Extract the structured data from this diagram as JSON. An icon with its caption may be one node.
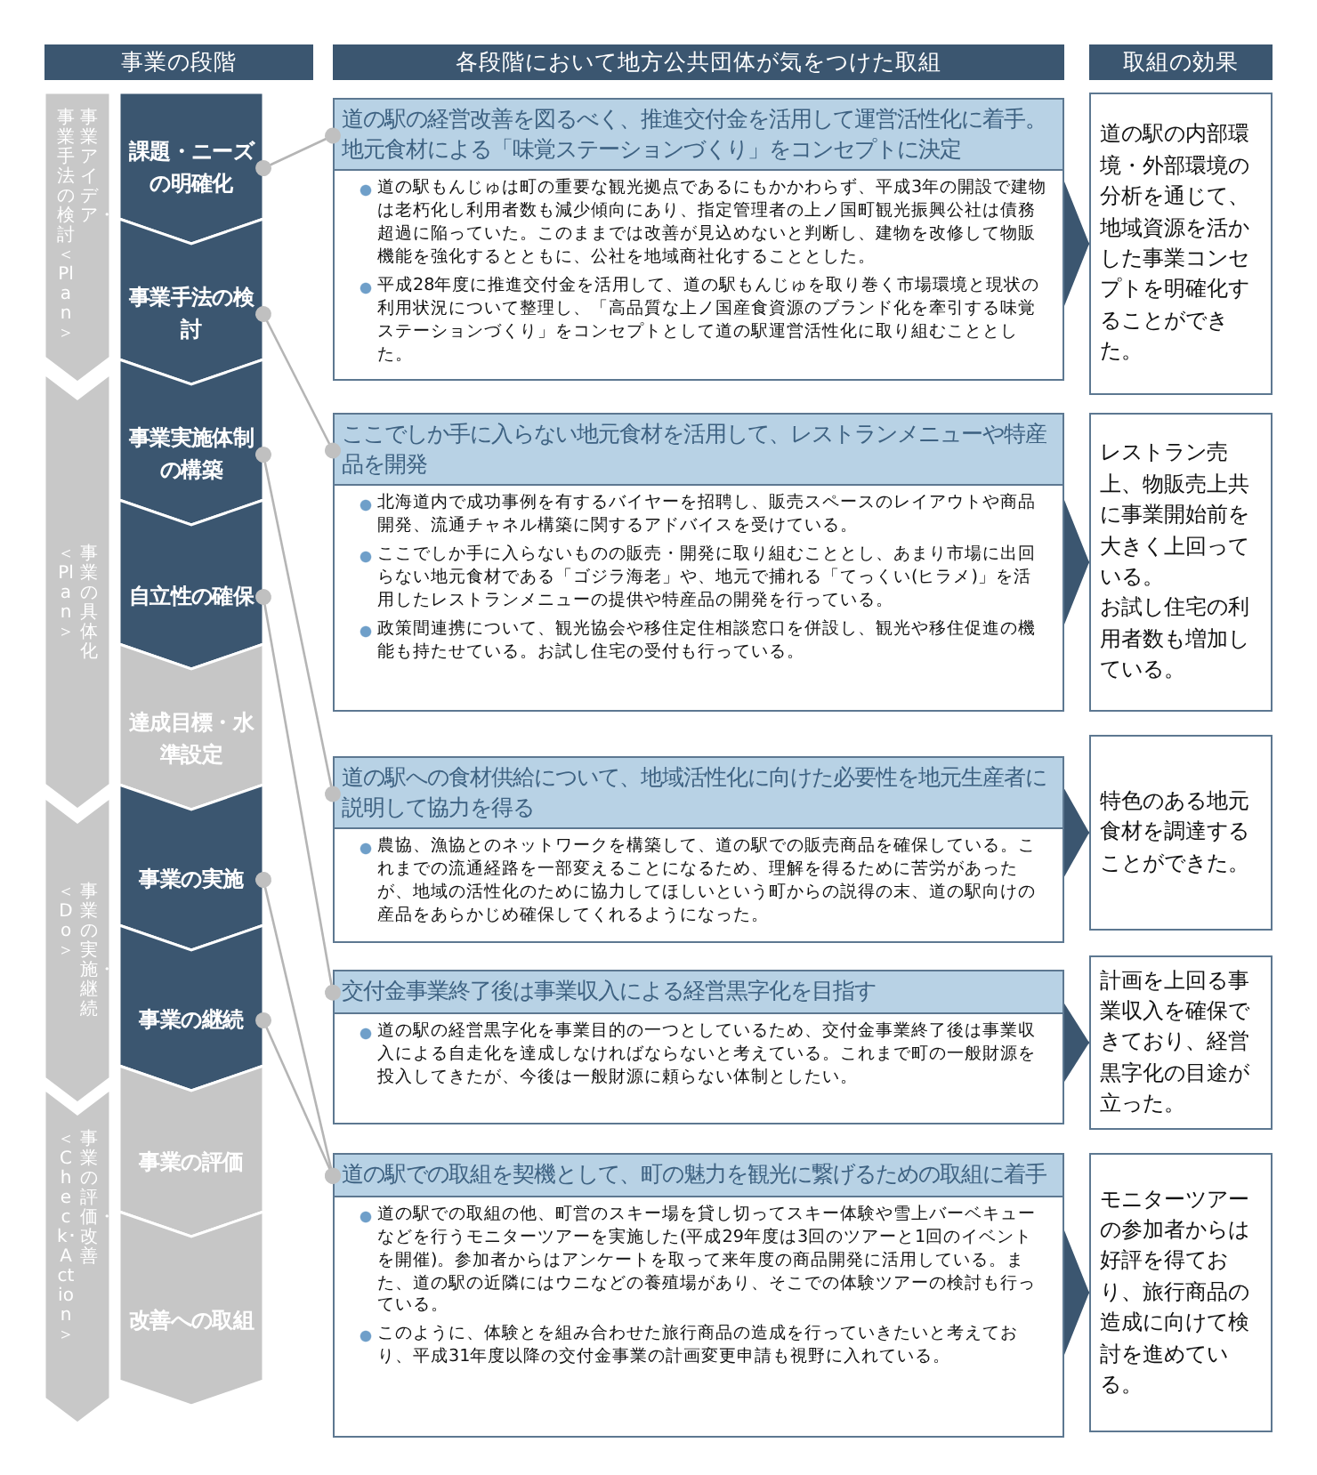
{
  "diagram": {
    "nodes": [
      {
        "text": [
          "事業の段階"
        ]
      },
      {
        "text": [
          "各段階において地方公共団体が気をつけた取組"
        ]
      },
      {
        "text": [
          "取組の効果"
        ]
      },
      {
        "text": [
          "事業アイデア・事業手法の検討＜Plan＞"
        ]
      },
      {
        "text": [
          "事業の具体化＜Plan＞"
        ]
      },
      {
        "text": [
          "事業の実施・継続＜Do＞"
        ]
      },
      {
        "text": [
          "事業の評価・改善＜Check･Action＞"
        ]
      },
      {
        "text": [
          "課題・ニーズの明確化"
        ]
      },
      {
        "text": [
          "事業手法の検討"
        ]
      },
      {
        "text": [
          "事業実施体制の構築"
        ]
      },
      {
        "text": [
          "自立性の確保"
        ]
      },
      {
        "text": [
          "達成目標・水準設定"
        ]
      },
      {
        "text": [
          "事業の実施"
        ]
      },
      {
        "text": [
          "事業の継続"
        ]
      },
      {
        "text": [
          "事業の評価"
        ]
      },
      {
        "text": [
          "改善への取組"
        ]
      },
      {
        "text": [
          "道の駅の経営改善を図るべく、推進交付金を活用して運営活性化に着手。地元食材による「味覚ステーションづくり」をコンセプトに決定",
          "道の駅もんじゅは町の重要な観光拠点であるにもかかわらず、平成3年の開設で建物は老朽化し利用者数も減少傾向にあり、指定管理者の上ノ国町観光振興公社は債務超過に陥っていた。このままでは改善が見込めないと判断し、建物を改修して物販機能を強化するとともに、公社を地域商社化することとした。",
          "平成28年度に推進交付金を活用して、道の駅もんじゅを取り巻く市場環境と現状の利用状況について整理し、「高品質な上ノ国産食資源のブランド化を牽引する味覚ステーションづくり」をコンセプトとして道の駅運営活性化に取り組むこととした。"
        ]
      },
      {
        "text": [
          "ここでしか手に入らない地元食材を活用して、レストランメニューや特産品を開発",
          "北海道内で成功事例を有するバイヤーを招聘し、販売スペースのレイアウトや商品開発、流通チャネル構築に関するアドバイスを受けている。",
          "ここでしか手に入らないものの販売・開発に取り組むこととし、あまり市場に出回らない地元食材である「ゴジラ海老」や、地元で捕れる「てっくい(ヒラメ)」を活用したレストランメニューの提供や特産品の開発を行っている。",
          "政策間連携について、観光協会や移住定住相談窓口を併設し、観光や移住促進の機能も持たせている。お試し住宅の受付も行っている。"
        ]
      },
      {
        "text": [
          "道の駅への食材供給について、地域活性化に向けた必要性を地元生産者に説明して協力を得る",
          "農協、漁協とのネットワークを構築して、道の駅での販売商品を確保している。これまでの流通経路を一部変えることになるため、理解を得るために苦労があったが、地域の活性化のために協力してほしいという町からの説得の末、道の駅向けの産品をあらかじめ確保してくれるようになった。"
        ]
      },
      {
        "text": [
          "交付金事業終了後は事業収入による経営黒字化を目指す",
          "道の駅の経営黒字化を事業目的の一つとしているため、交付金事業終了後は事業収入による自走化を達成しなければならないと考えている。これまで町の一般財源を投入してきたが、今後は一般財源に頼らない体制としたい。"
        ]
      },
      {
        "text": [
          "道の駅での取組を契機として、町の魅力を観光に繋げるための取組に着手",
          "道の駅での取組の他、町営のスキー場を貸し切ってスキー体験や雪上バーベキューなどを行うモニターツアーを実施した(平成29年度は3回のツアーと1回のイベントを開催)。参加者からはアンケートを取って来年度の商品開発に活用している。また、道の駅の近隣にはウニなどの養殖場があり、そこでの体験ツアーの検討も行っている。",
          "このように、体験とを組み合わせた旅行商品の造成を行っていきたいと考えており、平成31年度以降の交付金事業の計画変更申請も視野に入れている。"
        ]
      },
      {
        "text": [
          "道の駅の内部環境・外部環境の分析を通じて、地域資源を活かした事業コンセプトを明確化することができた。"
        ]
      },
      {
        "text": [
          "レストラン売上、物販売上共に事業開始前を大きく上回っている。",
          "お試し住宅の利用者数も増加している。"
        ]
      },
      {
        "text": [
          "特色のある地元食材を調達することができた。"
        ]
      },
      {
        "text": [
          "計画を上回る事業収入を確保できており、経営黒字化の目途が立った。"
        ]
      },
      {
        "text": [
          "モニターツアーの参加者からは好評を得ており、旅行商品の造成に向けて検討を進めている。"
        ]
      }
    ],
    "edges": [
      {
        "from": 7,
        "to": 16,
        "arrow": "other"
      },
      {
        "from": 8,
        "to": 17,
        "arrow": "other"
      },
      {
        "from": 9,
        "to": 18,
        "arrow": "other"
      },
      {
        "from": 10,
        "to": 19,
        "arrow": "other"
      },
      {
        "from": 12,
        "to": 20,
        "arrow": "other"
      },
      {
        "from": 13,
        "to": 20,
        "arrow": "other"
      },
      {
        "from": 16,
        "to": 21,
        "arrow": "to",
        "color": "#3b5670"
      },
      {
        "from": 17,
        "to": 22,
        "arrow": "to",
        "color": "#3b5670"
      },
      {
        "from": 18,
        "to": 23,
        "arrow": "to",
        "color": "#3b5670"
      },
      {
        "from": 19,
        "to": 24,
        "arrow": "to",
        "color": "#3b5670"
      },
      {
        "from": 20,
        "to": 25,
        "arrow": "to",
        "color": "#3b5670"
      }
    ]
  }
}
